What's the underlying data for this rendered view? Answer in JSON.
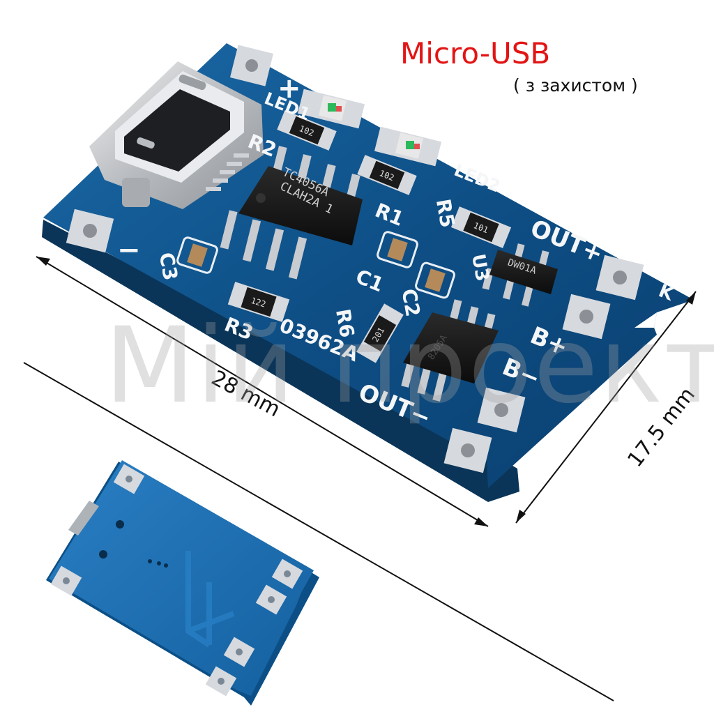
{
  "heading": {
    "title": "Micro-USB",
    "subtitle": "( з захистом )"
  },
  "watermark": "Мій проект",
  "dimensions": {
    "length": "28 mm",
    "width": "17.5 mm"
  },
  "board": {
    "chip_main": [
      "TC4056A",
      "CLAH2A 1"
    ],
    "chip_u3": "DW01A",
    "chip_fs": "8205A",
    "resistor_codes": [
      "102",
      "102",
      "101",
      "122",
      "201"
    ],
    "labels": {
      "plus": "+",
      "minus": "−",
      "led1": "LED1",
      "led2": "LED2",
      "r1": "R1",
      "r2": "R2",
      "r3": "R3",
      "r5": "R5",
      "r6": "R6",
      "c1": "C1",
      "c2": "C2",
      "c3": "C3",
      "u3": "U3",
      "k": "K",
      "out_plus": "OUT+",
      "out_minus": "OUT−",
      "b_plus": "B+",
      "b_minus": "B−",
      "code": "03962A"
    },
    "colors": {
      "pcb": "#0e4f86",
      "pcb_dark": "#083a66",
      "pad": "#d6d9de",
      "silkscreen": "#f4f6f8",
      "ic": "#1b1b1b"
    }
  }
}
